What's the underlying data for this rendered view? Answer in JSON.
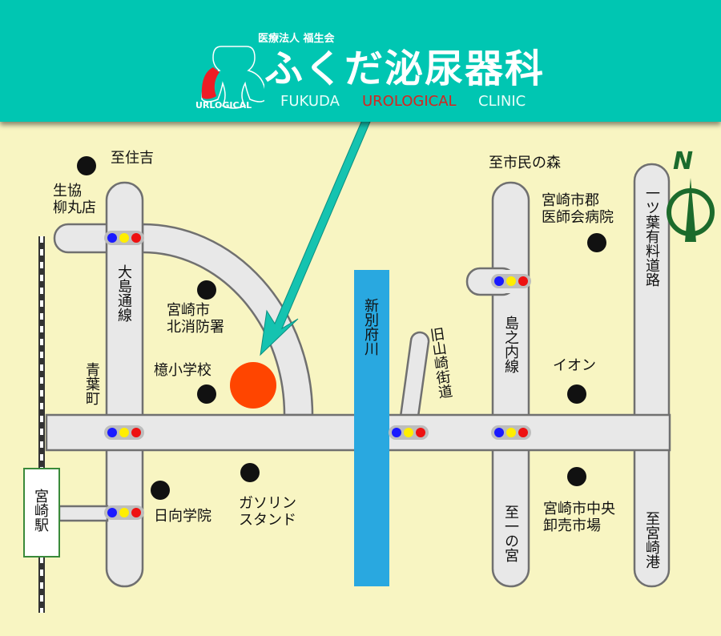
{
  "header": {
    "org": "医療法人 福生会",
    "name": "ふくだ泌尿器科",
    "name_en_1": "FUKUDA",
    "name_en_2": "UROLOGICAL",
    "name_en_3": "CLINIC",
    "logo_text": "URLOGICAL"
  },
  "colors": {
    "header": "#00c6b2",
    "clinic_marker": "#ff4500",
    "river": "#29a8e0",
    "road": "#e8e8e8",
    "background": "#f8f5c2"
  },
  "labels": {
    "to_sumiyoshi": "至住吉",
    "coop": "生協\n柳丸店",
    "oshima": "大島通線",
    "aobacho": "青葉町",
    "fire": "宮崎市\n北消防署",
    "school": "檍小学校",
    "gas": "ガソリン\nスタンド",
    "hyuga": "日向学院",
    "river": "新別府川",
    "old_road": "旧山崎街道",
    "to_shimin": "至市民の森",
    "medical": "宮崎市郡\n医師会病院",
    "shimanouchi": "島之内線",
    "aeon": "イオン",
    "market": "宮崎市中央\n卸売市場",
    "to_ichinomiya": "至一の宮",
    "hitotsuba": "一ツ葉有料道路",
    "to_port": "至宮崎港",
    "station": "宮崎駅",
    "north": "N"
  }
}
